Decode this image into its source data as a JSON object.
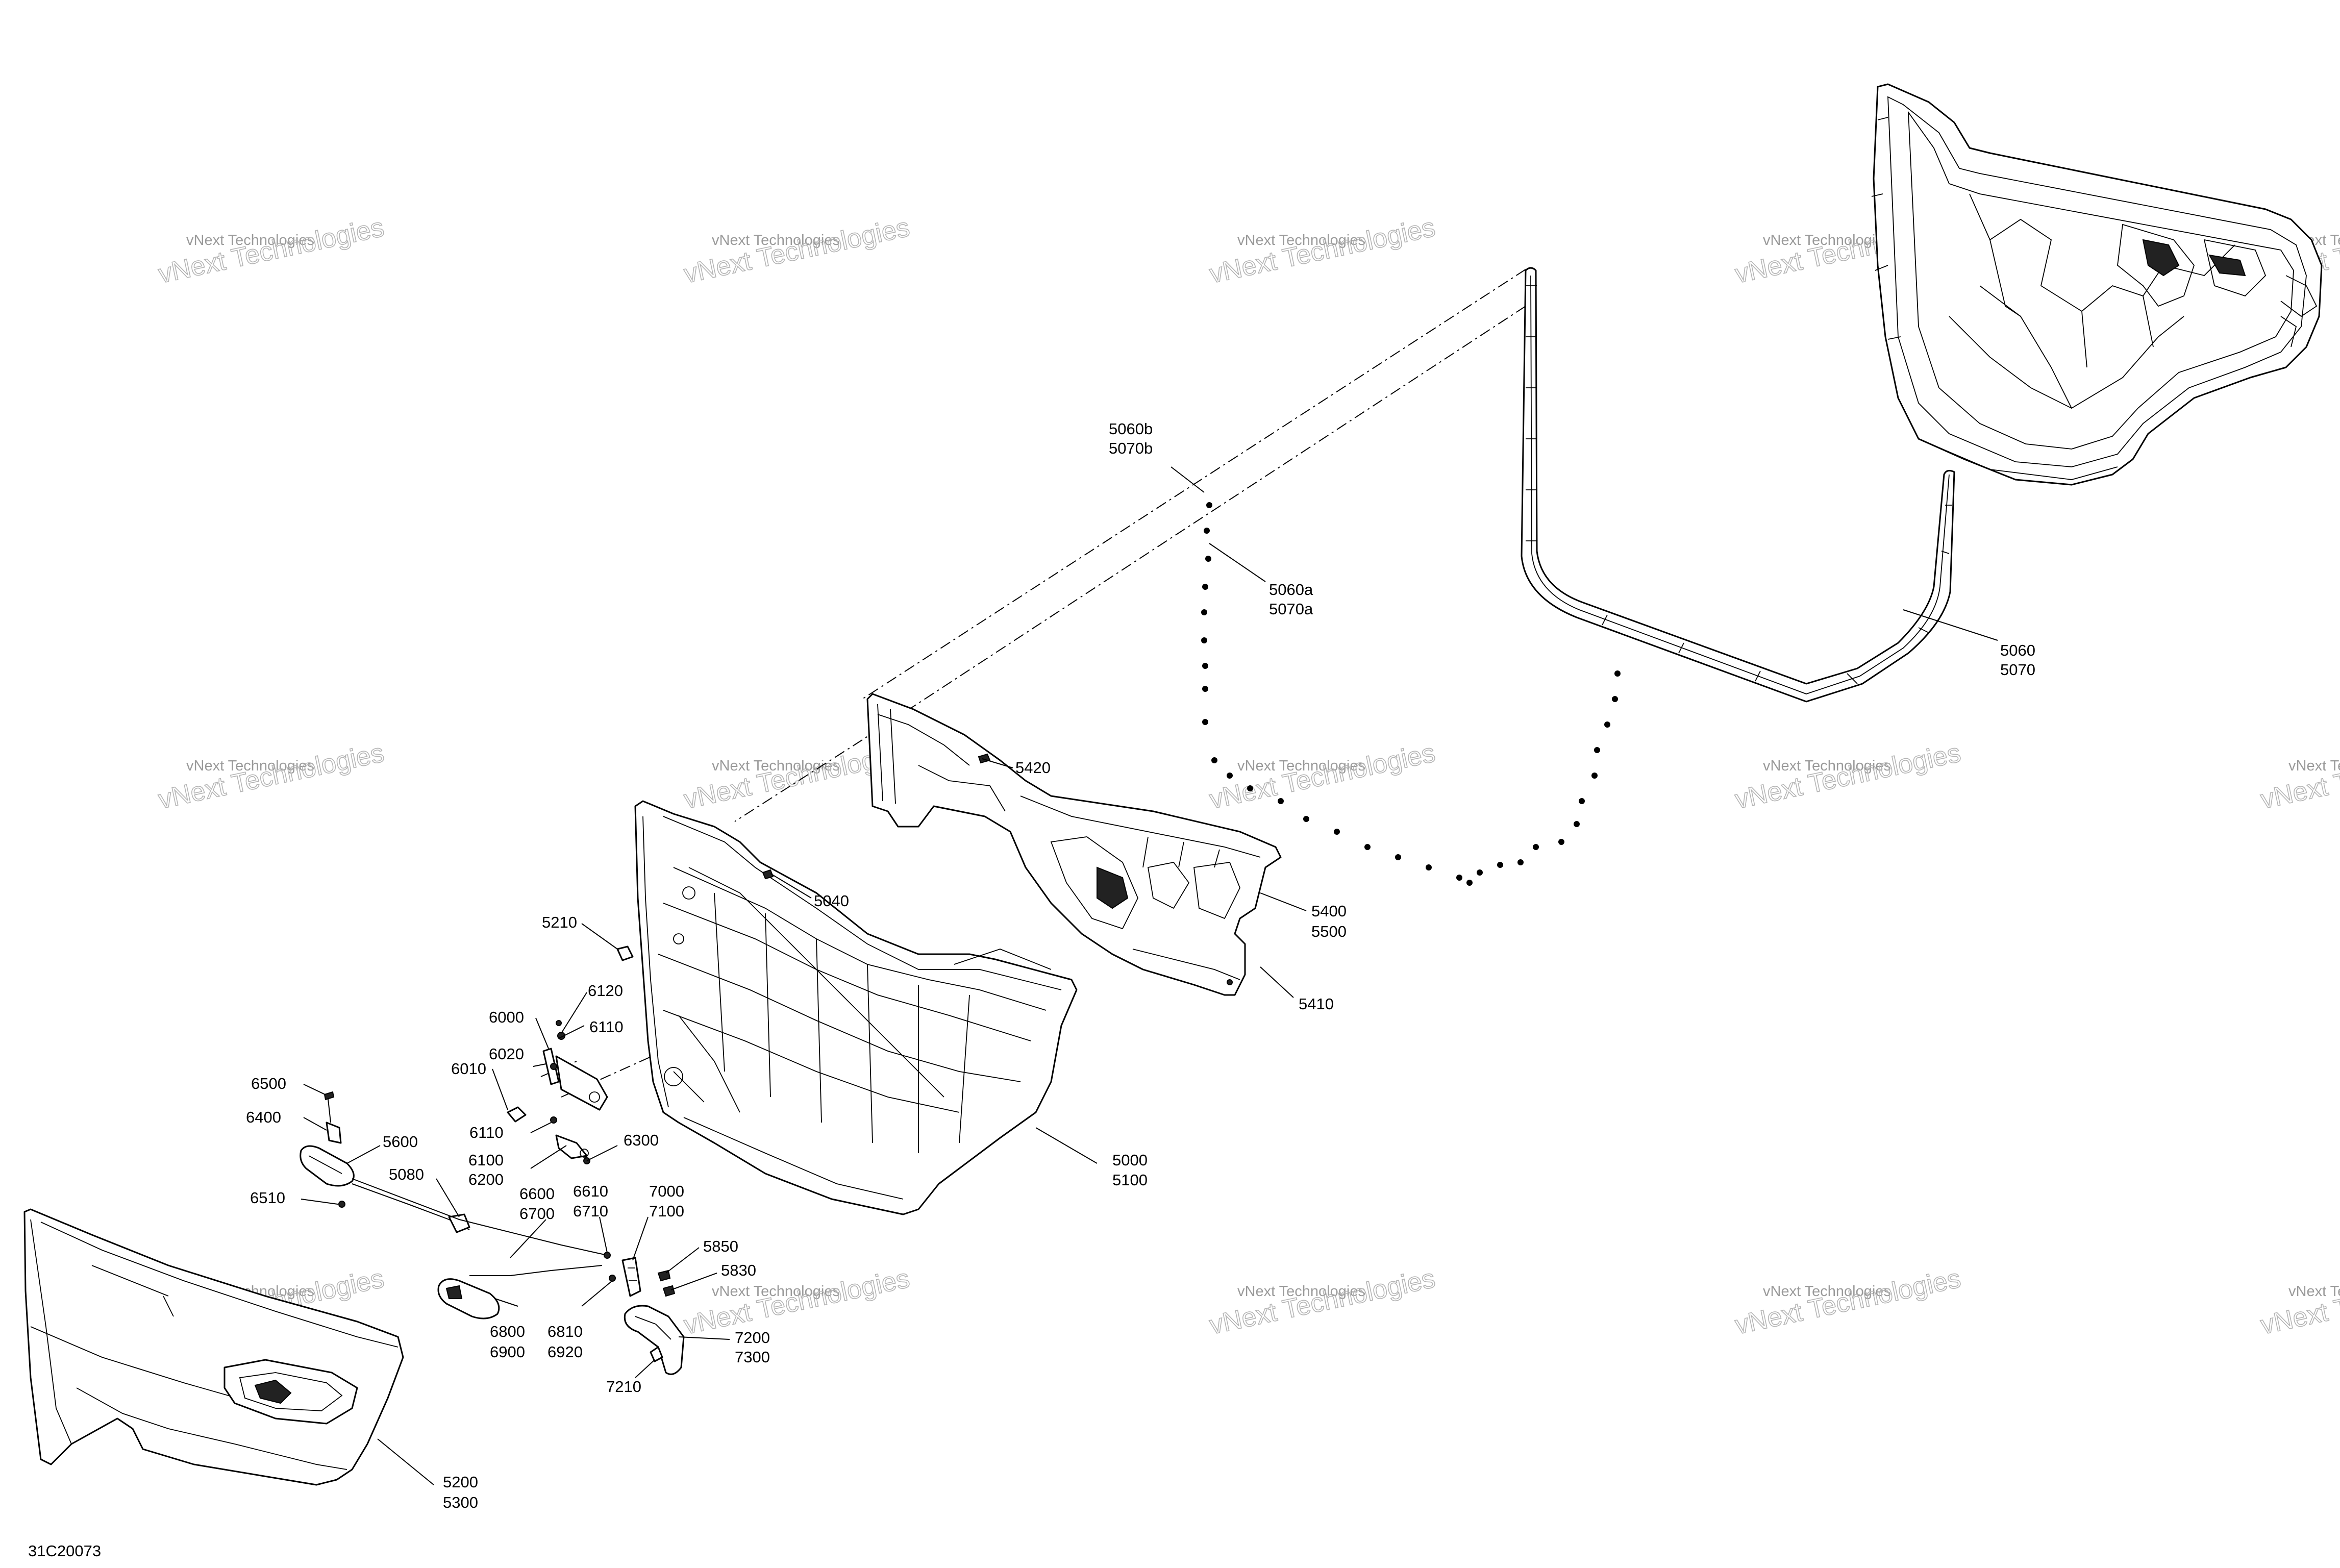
{
  "diagram_id": "31C20073",
  "watermark": {
    "line1": "vNext Technologies",
    "line2": "vNext Technologies"
  },
  "callouts": [
    {
      "id": "c-5060b",
      "lines": [
        "5060b",
        "5070b"
      ]
    },
    {
      "id": "c-5060a",
      "lines": [
        "5060a",
        "5070a"
      ]
    },
    {
      "id": "c-5060",
      "lines": [
        "5060",
        "5070"
      ]
    },
    {
      "id": "c-5420",
      "lines": [
        "5420"
      ]
    },
    {
      "id": "c-5040",
      "lines": [
        "5040"
      ]
    },
    {
      "id": "c-5400",
      "lines": [
        "5400",
        "5500"
      ]
    },
    {
      "id": "c-5410",
      "lines": [
        "5410"
      ]
    },
    {
      "id": "c-5210",
      "lines": [
        "5210"
      ]
    },
    {
      "id": "c-6120",
      "lines": [
        "6120"
      ]
    },
    {
      "id": "c-6000",
      "lines": [
        "6000"
      ]
    },
    {
      "id": "c-6110a",
      "lines": [
        "6110"
      ]
    },
    {
      "id": "c-6020",
      "lines": [
        "6020"
      ]
    },
    {
      "id": "c-6010",
      "lines": [
        "6010"
      ]
    },
    {
      "id": "c-6110b",
      "lines": [
        "6110"
      ]
    },
    {
      "id": "c-6500",
      "lines": [
        "6500"
      ]
    },
    {
      "id": "c-6400",
      "lines": [
        "6400"
      ]
    },
    {
      "id": "c-5600",
      "lines": [
        "5600"
      ]
    },
    {
      "id": "c-6100",
      "lines": [
        "6100",
        "6200"
      ]
    },
    {
      "id": "c-6300",
      "lines": [
        "6300"
      ]
    },
    {
      "id": "c-5000",
      "lines": [
        "5000",
        "5100"
      ]
    },
    {
      "id": "c-5080",
      "lines": [
        "5080"
      ]
    },
    {
      "id": "c-6510",
      "lines": [
        "6510"
      ]
    },
    {
      "id": "c-6600",
      "lines": [
        "6600",
        "6700"
      ]
    },
    {
      "id": "c-6610",
      "lines": [
        "6610",
        "6710"
      ]
    },
    {
      "id": "c-7000",
      "lines": [
        "7000",
        "7100"
      ]
    },
    {
      "id": "c-5850",
      "lines": [
        "5850"
      ]
    },
    {
      "id": "c-5830",
      "lines": [
        "5830"
      ]
    },
    {
      "id": "c-6800",
      "lines": [
        "6800",
        "6900"
      ]
    },
    {
      "id": "c-6810",
      "lines": [
        "6810",
        "6920"
      ]
    },
    {
      "id": "c-7200",
      "lines": [
        "7200",
        "7300"
      ]
    },
    {
      "id": "c-7210",
      "lines": [
        "7210"
      ]
    },
    {
      "id": "c-5200",
      "lines": [
        "5200",
        "5300"
      ]
    }
  ]
}
